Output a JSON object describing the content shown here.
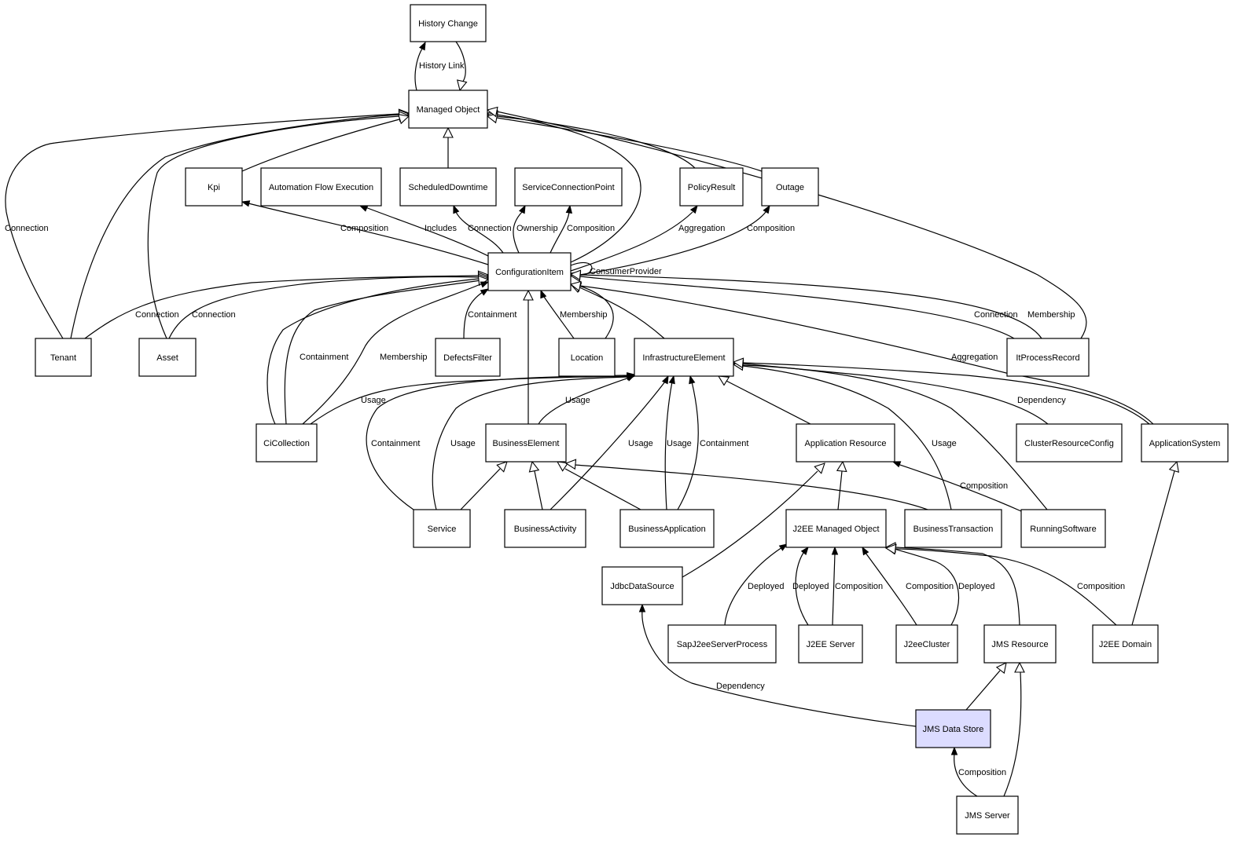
{
  "nodes": {
    "history_change": "History Change",
    "managed_object": "Managed Object",
    "kpi": "Kpi",
    "automation_flow_execution": "Automation Flow Execution",
    "scheduled_downtime": "ScheduledDowntime",
    "service_connection_point": "ServiceConnectionPoint",
    "policy_result": "PolicyResult",
    "outage": "Outage",
    "configuration_item": "ConfigurationItem",
    "tenant": "Tenant",
    "asset": "Asset",
    "defects_filter": "DefectsFilter",
    "location": "Location",
    "infrastructure_element": "InfrastructureElement",
    "it_process_record": "ItProcessRecord",
    "ci_collection": "CiCollection",
    "business_element": "BusinessElement",
    "application_resource": "Application Resource",
    "cluster_resource_config": "ClusterResourceConfig",
    "application_system": "ApplicationSystem",
    "service": "Service",
    "business_activity": "BusinessActivity",
    "business_application": "BusinessApplication",
    "j2ee_managed_object": "J2EE Managed Object",
    "business_transaction": "BusinessTransaction",
    "running_software": "RunningSoftware",
    "jdbc_data_source": "JdbcDataSource",
    "sap_j2ee_server_process": "SapJ2eeServerProcess",
    "j2ee_server": "J2EE Server",
    "j2ee_cluster": "J2eeCluster",
    "jms_resource": "JMS Resource",
    "j2ee_domain": "J2EE Domain",
    "jms_data_store": "JMS Data Store",
    "jms_server": "JMS Server"
  },
  "edge_labels": {
    "history_link": "History Link",
    "tenant_mo": "Connection",
    "ci_kpi": "Composition",
    "ci_afe": "Includes",
    "ci_sd": "Connection",
    "ci_scp_own": "Ownership",
    "ci_scp_comp": "Composition",
    "ci_pr": "Aggregation",
    "ci_outage": "Composition",
    "ci_self": "ConsumerProvider",
    "tenant_ci": "Connection",
    "asset_ci": "Connection",
    "coll_contain": "Containment",
    "coll_member": "Membership",
    "df_contain": "Containment",
    "loc_member": "Membership",
    "itp_conn": "Connection",
    "itp_member": "Membership",
    "aggregation": "Aggregation",
    "coll_usage": "Usage",
    "be_usage": "Usage",
    "svc_contain": "Containment",
    "svc_usage": "Usage",
    "ba_usage": "Usage",
    "bapp_usage": "Usage",
    "bapp_contain": "Containment",
    "bt_usage": "Usage",
    "crc_dependency": "Dependency",
    "rs_composition": "Composition",
    "sap_deployed": "Deployed",
    "srv_deployed": "Deployed",
    "srv_composition": "Composition",
    "cl_composition": "Composition",
    "cl_deployed": "Deployed",
    "dom_composition": "Composition",
    "jds_dependency": "Dependency",
    "jms_srv_composition": "Composition"
  },
  "colors": {
    "highlight_fill": "#dcdcff",
    "node_fill": "#ffffff",
    "stroke": "#000000"
  }
}
